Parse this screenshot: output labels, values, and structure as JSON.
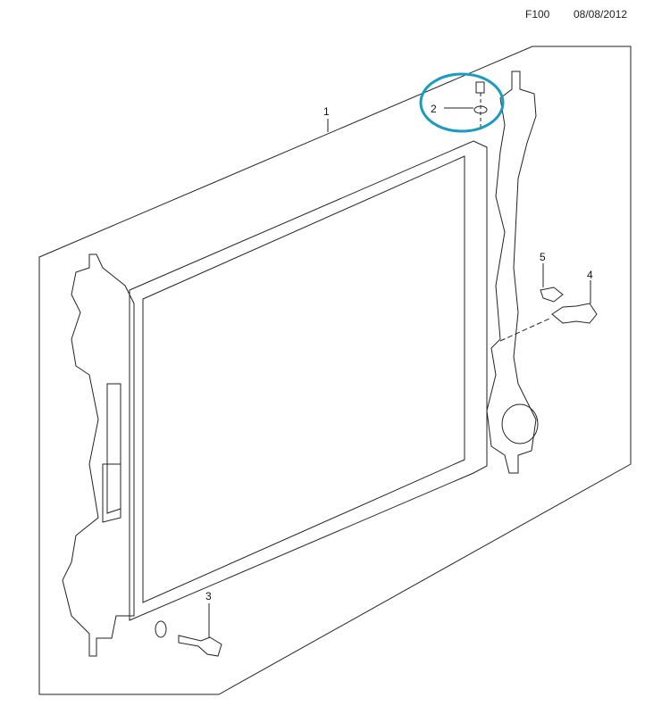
{
  "header": {
    "code": "F100",
    "date": "08/08/2012"
  },
  "callouts": [
    "1",
    "2",
    "3",
    "4",
    "5"
  ],
  "colors": {
    "highlight": "#1a9bc0",
    "line": "#222222"
  }
}
